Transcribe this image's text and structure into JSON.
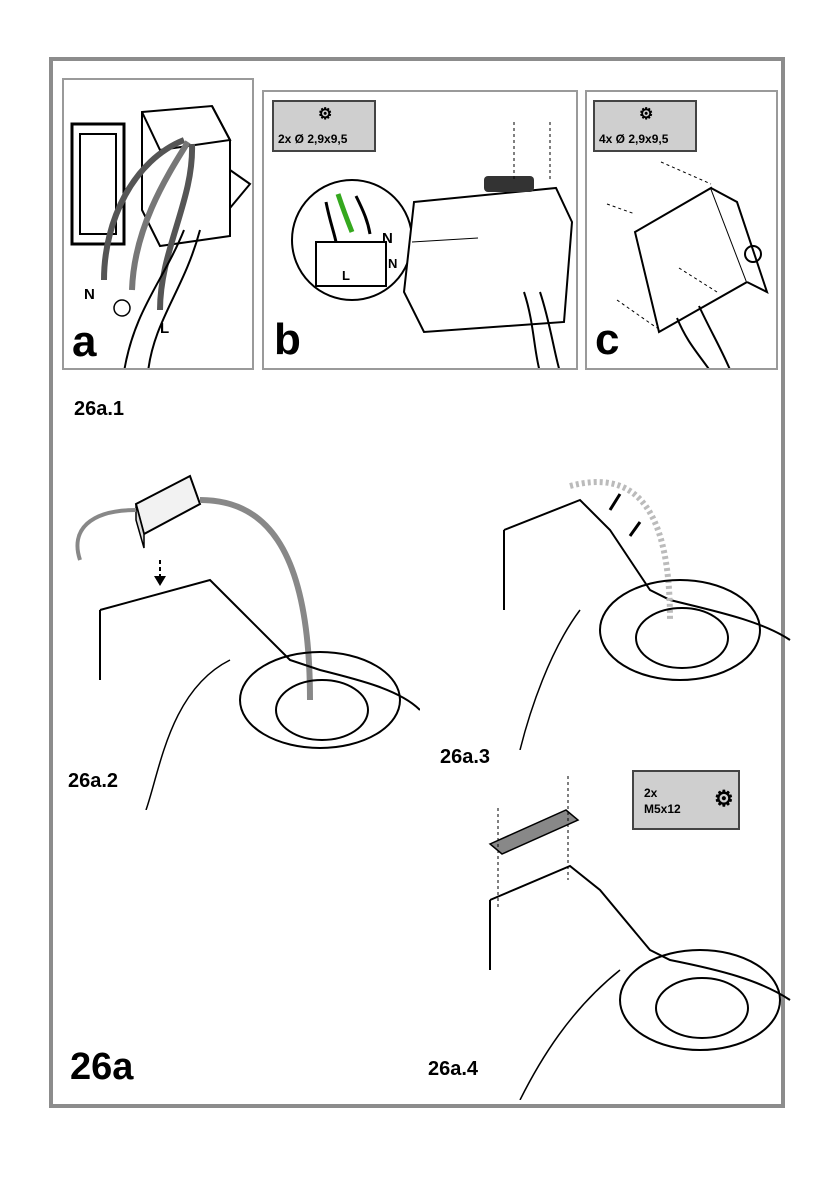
{
  "panels": {
    "a": {
      "letter": "a",
      "wire_n": "N",
      "wire_l": "L"
    },
    "b": {
      "letter": "b",
      "screw_spec": "2x Ø 2,9x9,5",
      "terminal_n1": "N",
      "terminal_n2": "N",
      "terminal_l": "L"
    },
    "c": {
      "letter": "c",
      "screw_spec": "4x Ø 2,9x9,5"
    }
  },
  "steps": {
    "s1": "26a.1",
    "s2": "26a.2",
    "s3": "26a.3",
    "s4": "26a.4"
  },
  "screw_box": {
    "qty": "2x",
    "size": "M5x12"
  },
  "figure_number": "26a"
}
